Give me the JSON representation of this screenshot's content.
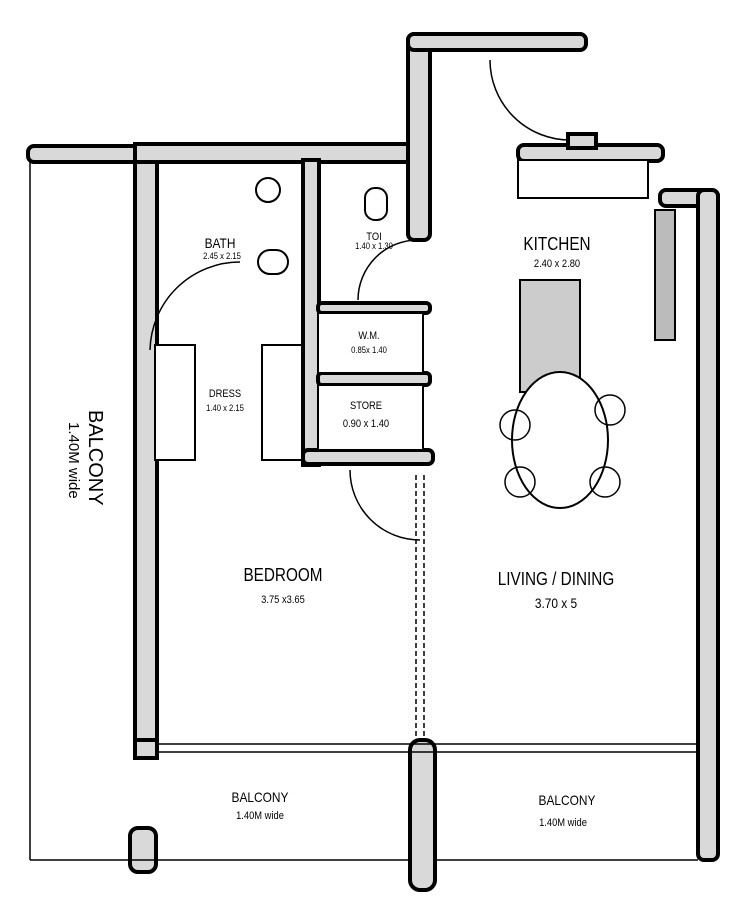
{
  "rooms": {
    "bath": {
      "name": "BATH",
      "size": "2.45 x 2.15"
    },
    "toi": {
      "name": "TOI",
      "size": "1.40 x 1.30"
    },
    "kitchen": {
      "name": "KITCHEN",
      "size": "2.40 x 2.80"
    },
    "wm": {
      "name": "W.M.",
      "size": "0.85x 1.40"
    },
    "store": {
      "name": "STORE",
      "size": "0.90 x 1.40"
    },
    "dress": {
      "name": "DRESS",
      "size": "1.40 x 2.15"
    },
    "bedroom": {
      "name": "BEDROOM",
      "size": "3.75 x3.65"
    },
    "living": {
      "name": "LIVING / DINING",
      "size": "3.70 x 5"
    },
    "balcony_side": {
      "name": "BALCONY",
      "size": "1.40M wide"
    },
    "balcony_bottom_left": {
      "name": "BALCONY",
      "size": "1.40M wide"
    },
    "balcony_bottom_right": {
      "name": "BALCONY",
      "size": "1.40M wide"
    }
  },
  "colors": {
    "wall_fill": "#d9d9d9",
    "wall_line": "#000000"
  }
}
